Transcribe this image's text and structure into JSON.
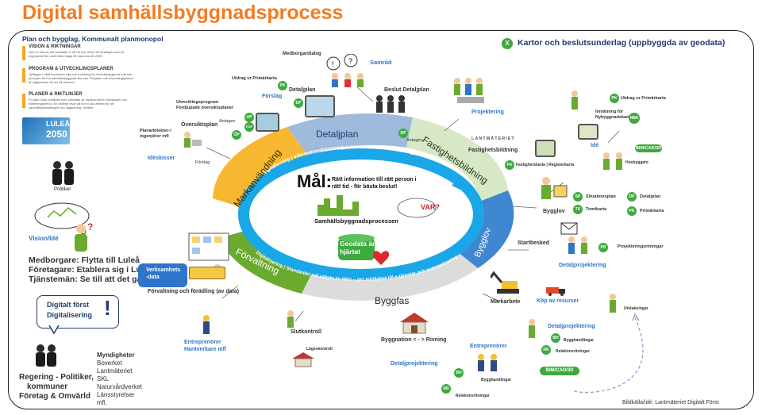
{
  "title": "Digital samhällsbyggnadsprocess",
  "credit": "Bildkälla/idé: Lantmäteriet Digitalt Först",
  "header_right": "Kartor och beslutsunderlag (uppbyggda av geodata)",
  "header_right_badge": "X",
  "left_panel": {
    "heading": "Plan och bygglag, Kommunalt planmonopol",
    "items": [
      {
        "title": "VISION & RIKTNINGAR",
        "body": "Ges en bild av det samhälle vi vill nå och vision de strategier som är avgörande för Luleå bäst vägar till visionens år 2050."
      },
      {
        "title": "PROGRAM & UTVECKLINGSPLANER",
        "body": "Tydliggör Luleå kommuns vilja och inriktning för utveckling gjorda mål och principer för hur samhällsbyggnad ska ske. Program och utvecklingsplaner är vägledande för att nå visionen."
      },
      {
        "title": "PLANER & RIKTLINJER",
        "body": "En plan visar områden som omfattas av styrdokument, kunskaper och tilldelningsbehov. En riktlinje visar på hur vi ska arbeta för att samhällsutvecklingen och vägledning i arbetet."
      }
    ],
    "logo_text": "LULEÅ",
    "logo_year": "2050",
    "politiker": "Politiker",
    "vision": "Vision/Idé",
    "medborgare_lines": [
      "Medborgare: Flytta till Luleå",
      "Företagare: Etablera sig i Luleå",
      "Tjänstemän: Se till att det går!"
    ],
    "bubble_lines": [
      "Digitalt först",
      "Digitalisering"
    ],
    "bubble_mark": "!",
    "regering_lines": [
      "Regering  - Politiker,",
      "kommuner",
      "Företag & Omvärld"
    ],
    "myndigheter": [
      "Myndigheter",
      "Boverket",
      "Lantmäteriet",
      "SKL",
      "Naturvårdverket",
      "Länsstyrelser",
      "mfl."
    ]
  },
  "phases": [
    {
      "id": "markanvandning",
      "label": "Markanvändning",
      "color": "#f5b830"
    },
    {
      "id": "detaljplan",
      "label": "Detaljplan",
      "color": "#9fbadd"
    },
    {
      "id": "fastighetsbildning",
      "label": "Fastighetsbildning",
      "color": "#d8e8c7"
    },
    {
      "id": "bygglov",
      "label": "Bygglov",
      "color": "#3f87d1"
    },
    {
      "id": "byggfas",
      "label": "Byggfas",
      "color": "#dcdcdc"
    },
    {
      "id": "forvaltning",
      "label": "Förvaltning",
      "color": "#6aaa2e"
    }
  ],
  "center": {
    "goal": "Mål:",
    "goal_text": [
      "Rätt information till rätt person i",
      "rätt tid - för bästa beslut!"
    ],
    "process": "Samhällsbyggnadsprocessen",
    "bubble": "VAR?",
    "geodata": [
      "Geodata är",
      "hjärtat"
    ],
    "ring_top": "Digitalisering  |  Informationshantering = samma information hela vägen",
    "ring_bottom": "Digitalisering  |  Standarder vid utbyte av data  –  ger möjlighet till e-tjänster och automatisering"
  },
  "labels": {
    "medborgardialog": "Medborgardialog",
    "samrad": "Samråd",
    "utdrag_primarkarta": "Utdrag ur Primärkarta",
    "detaljplan_small": "Detaljplan",
    "forslag": "Förslag",
    "beslut_detaljplan": "Beslut Detaljplan",
    "utvecklingsprogram": [
      "Utvecklingsprogram",
      "Fördjupade översiktsplaner"
    ],
    "antagen": "Antagen",
    "antagen2": "Antagen",
    "planarkitekter": [
      "Planarkitekter-/",
      "ingenjörer mfl"
    ],
    "oversiktsplan": "Översiktsplan",
    "ideskisser": "Idéskisser",
    "forslag2": "Förslag",
    "projektering": "Projektering",
    "lantmateriet": "LANTMÄTERIET",
    "fastighetsbildning": "Fastighetsbildning",
    "fastighetskarta": "Fastighetskarta | Registerkarta",
    "utdrag_primarkarta2": "Utdrag ur Primärkarta",
    "inmatning": [
      "Inmätning för",
      "Nybyggnadskarta"
    ],
    "ide": "Idé",
    "husbyggare": "Husbyggare",
    "situationsplan": "Situationsplan",
    "tomtkarta": "Tomtkarta",
    "detaljplan_r": "Detaljplan",
    "primarkarta_r": "Primärkarta",
    "bygglov": "Bygglov",
    "startbesked": "Startbesked",
    "projekteringsritningar": "Projekteringsritningar",
    "detaljprojektering": "Detaljprojektering",
    "markarbete": "Markarbete",
    "kop_resurser": "Köp av resurser",
    "utstakningar": "Utstakningar",
    "detaljprojektering2": "Detaljprojektering",
    "bygghandlingar": "Bygghandlingar",
    "relationsritningar": "Relationsritningar",
    "entreprenorer": "Entreprenörer",
    "bygghandlingar2": "Bygghandlingar",
    "relationsritningar2": "Relationsritningar",
    "detaljprojektering3": "Detaljprojektering",
    "byggnation": "Byggnation < - > Rivning",
    "slutkontroll": "Slutkontroll",
    "lageskontroll": "Lägeskontroll",
    "entreprenorer_hantverkare": [
      "Entreprenörer",
      "Hantverkare mfl"
    ],
    "verksamhetsdata": [
      "Verksamhets",
      "-data"
    ],
    "forvaltning_caption": "Förvaltning och förädling (av data)"
  },
  "badges": {
    "pk": "PK",
    "dp": "DP",
    "up": "UP",
    "fop": "FÖP",
    "op": "ÖP",
    "nbk": "NBK",
    "fk": "FK",
    "sp": "SP",
    "tk": "TK",
    "pr": "PR",
    "bh": "BH",
    "rr": "RR",
    "bim": "BIM/CAD/3D"
  }
}
